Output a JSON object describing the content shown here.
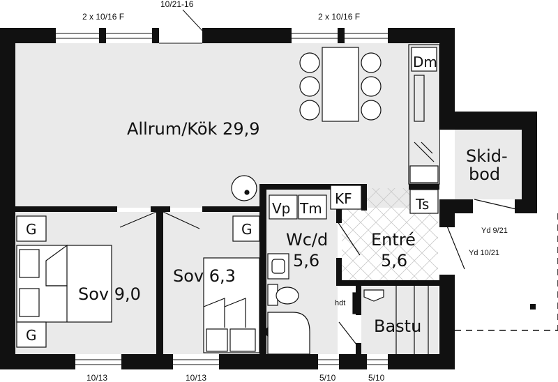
{
  "rooms": {
    "allrum": "Allrum/Kök 29,9",
    "sov_large": "Sov 9,0",
    "sov_small": "Sov 6,3",
    "wc_line1": "Wc/d",
    "wc_line2": "5,6",
    "entre_line1": "Entré",
    "entre_line2": "5,6",
    "bastu": "Bastu",
    "skidbod_line1": "Skid-",
    "skidbod_line2": "bod"
  },
  "fixtures": {
    "dm": "Dm",
    "vp": "Vp",
    "tm": "Tm",
    "kf": "KF",
    "ts": "Ts",
    "g": "G",
    "hdt": "hdt"
  },
  "dimensions": {
    "window_top_left": "2 x 10/16 F",
    "window_top_right": "2 x 10/16 F",
    "door_top": "10/21-16",
    "window_bottom_1": "10/13",
    "window_bottom_2": "10/13",
    "window_bottom_3": "5/10",
    "window_bottom_4": "5/10",
    "yd_skidbod": "Yd 9/21",
    "yd_entre": "Yd 10/21"
  }
}
